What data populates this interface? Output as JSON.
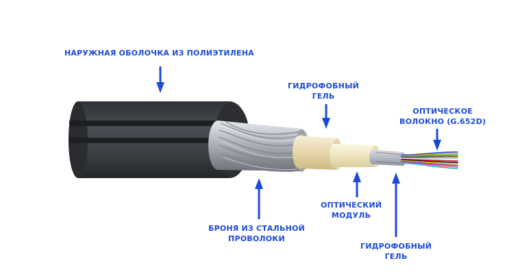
{
  "labels": {
    "outer_sheath": [
      "НАРУЖНАЯ ОБОЛОЧКА ИЗ ПОЛИЭТИЛЕНА"
    ],
    "gel_top": [
      "ГИДРОФОБНЫЙ",
      "ГЕЛЬ"
    ],
    "optical_fiber": [
      "ОПТИЧЕСКОЕ",
      "ВОЛОКНО (G.652D)"
    ],
    "steel_armor": [
      "БРОНЯ ИЗ СТАЛЬНОЙ",
      "ПРОВОЛОКИ"
    ],
    "optical_module": [
      "ОПТИЧЕСКИЙ",
      "МОДУЛЬ"
    ],
    "gel_bottom": [
      "ГИДРОФОБНЫЙ",
      "ГЕЛЬ"
    ]
  },
  "colors": {
    "label_text": "#1a4bd6",
    "arrow": "#1a4bd6",
    "sheath": "#3b3e43",
    "sheath_stripe": "#1e1f22",
    "armor_wire": "#c9ccd1",
    "gel": "#efe3c2",
    "module": "#f4efcf"
  },
  "fibers": {
    "colors": [
      "#1f4fc8",
      "#d8a21a",
      "#2aa84a",
      "#7a4b2a",
      "#9aa0a8",
      "#f2f2f2",
      "#d02020",
      "#111111",
      "#e0d020",
      "#8a2ac0",
      "#e05aa0",
      "#2ac0c8"
    ]
  }
}
